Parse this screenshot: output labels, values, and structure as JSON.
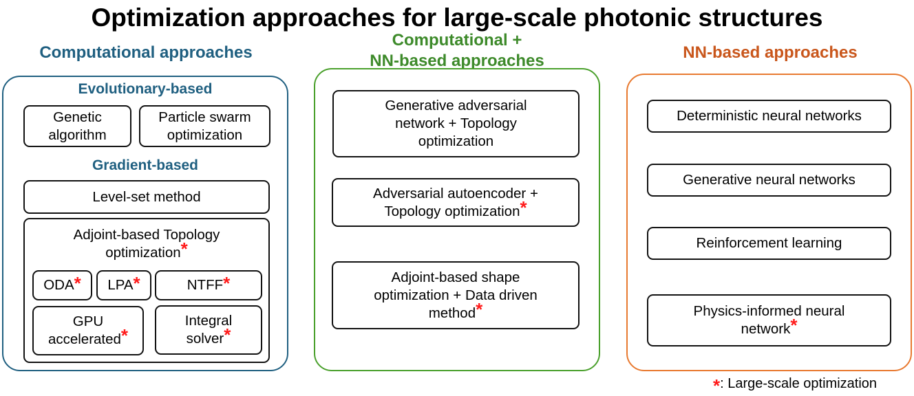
{
  "title": "Optimization approaches for large-scale photonic structures",
  "colors": {
    "computational": "#1f5f80",
    "hybrid": "#4aa02c",
    "hybrid_text": "#3d8a2a",
    "nn": "#e8792f",
    "nn_text": "#c9561b",
    "star": "#ff1a1a"
  },
  "columns": {
    "computational": {
      "heading": "Computational approaches",
      "evolutionary": {
        "heading": "Evolutionary-based",
        "items": [
          "Genetic algorithm",
          "Particle swarm optimization"
        ]
      },
      "gradient": {
        "heading": "Gradient-based",
        "level_set": "Level-set method",
        "adjoint": {
          "label_line1": "Adjoint-based Topology",
          "label_line2": "optimization",
          "large_scale": true,
          "children": [
            {
              "label": "ODA",
              "large_scale": true
            },
            {
              "label": "LPA",
              "large_scale": true
            },
            {
              "label": "NTFF",
              "large_scale": true
            },
            {
              "label_line1": "GPU",
              "label_line2": "accelerated",
              "large_scale": true
            },
            {
              "label_line1": "Integral",
              "label_line2": "solver",
              "large_scale": true
            }
          ]
        }
      }
    },
    "hybrid": {
      "heading_line1": "Computational +",
      "heading_line2": "NN-based approaches",
      "items": [
        {
          "line1": "Generative adversarial",
          "line2": "network + Topology",
          "line3": "optimization",
          "large_scale": false
        },
        {
          "line1": "Adversarial autoencoder +",
          "line2": "Topology optimization",
          "large_scale": true
        },
        {
          "line1": "Adjoint-based shape",
          "line2": "optimization + Data driven",
          "line3": "method",
          "large_scale": true
        }
      ]
    },
    "nn": {
      "heading": "NN-based approaches",
      "items": [
        {
          "line1": "Deterministic neural networks",
          "large_scale": false
        },
        {
          "line1": "Generative neural networks",
          "large_scale": false
        },
        {
          "line1": "Reinforcement learning",
          "large_scale": false
        },
        {
          "line1": "Physics-informed neural",
          "line2": "network",
          "large_scale": true
        }
      ]
    }
  },
  "legend": {
    "symbol": "*",
    "text": ": Large-scale optimization"
  }
}
